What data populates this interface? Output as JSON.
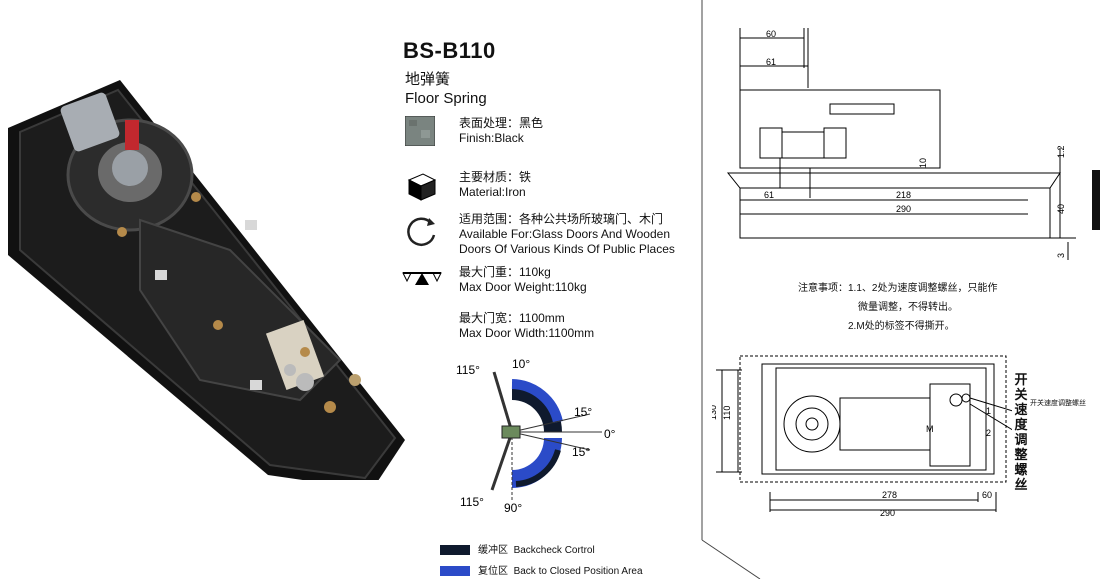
{
  "product": {
    "model": "BS-B110",
    "name_cn": "地弹簧",
    "name_en": "Floor Spring"
  },
  "specs": [
    {
      "icon": "finish-swatch-icon",
      "cn": "表面处理：黑色",
      "en": "Finish:Black"
    },
    {
      "icon": "material-cube-icon",
      "cn": "主要材质：铁",
      "en": "Material:Iron"
    },
    {
      "icon": "rotation-arrows-icon",
      "cn": "适用范围：各种公共场所玻璃门、木门",
      "en": "Available For:Glass Doors And Wooden",
      "en2": "Doors Of Various Kinds Of Public Places"
    },
    {
      "icon": "balance-scale-icon",
      "cn": "最大门重：110kg",
      "en": "Max Door Weight:110kg"
    },
    {
      "cn": "最大门宽：1100mm",
      "en": "Max Door Width:1100mm"
    }
  ],
  "angles": {
    "a115_top": "115°",
    "a10": "10°",
    "a15_top": "15°",
    "a0": "0°",
    "a15_bottom": "15°",
    "a115_bottom": "115°",
    "a90": "90°"
  },
  "legend": [
    {
      "cn": "缓冲区",
      "en": "Backcheck Cortrol",
      "color": "#0f1a2e"
    },
    {
      "cn": "复位区",
      "en": "Back to Closed Position Area",
      "color": "#2b4bc8"
    }
  ],
  "notes": {
    "line1": "注意事项：1.1、2处为速度调整螺丝，只能作",
    "line2": "微量调整，不得转出。",
    "line3": "2.M处的标签不得撕开。"
  },
  "side_dims": {
    "d60": "60",
    "d61": "61",
    "d61b": "61",
    "d218": "218",
    "d290": "290",
    "d10": "10",
    "d1_2": "1.2",
    "d40": "40",
    "d3": "3"
  },
  "top_dims": {
    "d130": "130",
    "d110": "110",
    "d278": "278",
    "d60": "60",
    "d290": "290",
    "mark1": "1",
    "mark2": "2",
    "markM": "M"
  },
  "speed_label_cn": "开关速度调整螺丝",
  "speed_label_small": "开关速度调整螺丝",
  "colors": {
    "blue": "#2b4bc8",
    "navy": "#0f1a2e",
    "body": "#2a2a2a"
  }
}
